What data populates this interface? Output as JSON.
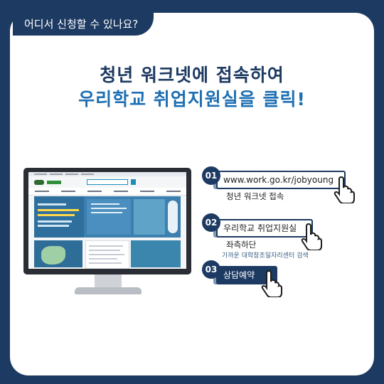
{
  "header": {
    "tag": "어디서 신청할 수 있나요?"
  },
  "headline": {
    "line1": "청년 워크넷에 접속하여",
    "line2": "우리학교 취업지원실을 클릭!"
  },
  "steps": [
    {
      "number": "01",
      "label": "www.work.go.kr/jobyoung",
      "desc": "청년 워크넷 접속"
    },
    {
      "number": "02",
      "label": "우리학교 취업지원실",
      "desc": "좌측하단",
      "sub": "가까운 대학창조일자리센터 검색"
    },
    {
      "number": "03",
      "label": "상담예약"
    }
  ],
  "colors": {
    "navy": "#1d3a62",
    "accent": "#1e6fb3",
    "bg": "#ffffff"
  },
  "icons": [
    "pointer-hand-icon"
  ]
}
